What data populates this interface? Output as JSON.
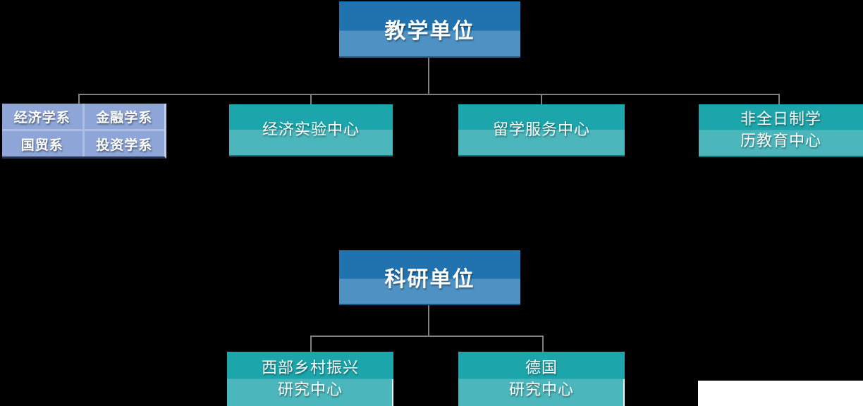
{
  "colors": {
    "background": "#000000",
    "blue_dark": "#2173AF",
    "blue_light": "#4E92C4",
    "blue_edge": "#195680",
    "teal_dark": "#1CA5AB",
    "teal_light": "#4BB7BC",
    "teal_edge": "#0F767B",
    "lavender": "#8EA6D7",
    "lavender_gap": "#AEBDE6",
    "lavender_hl": "#C3CEEA",
    "lavender_edge": "#26324F",
    "connector": "#808080",
    "white_patch": "#FFFFFF",
    "text": "#FFFFFF"
  },
  "teaching": {
    "parent_label": "教学单位",
    "departments": [
      "经济学系",
      "金融学系",
      "国贸系",
      "投资学系"
    ],
    "children": [
      {
        "line1": "经济实验中心",
        "line2": ""
      },
      {
        "line1": "留学服务中心",
        "line2": ""
      },
      {
        "line1": "非全日制学",
        "line2": "历教育中心"
      }
    ]
  },
  "research": {
    "parent_label": "科研单位",
    "children": [
      {
        "line1": "西部乡村振兴",
        "line2": "研究中心"
      },
      {
        "line1": "德国",
        "line2": "研究中心"
      }
    ]
  }
}
